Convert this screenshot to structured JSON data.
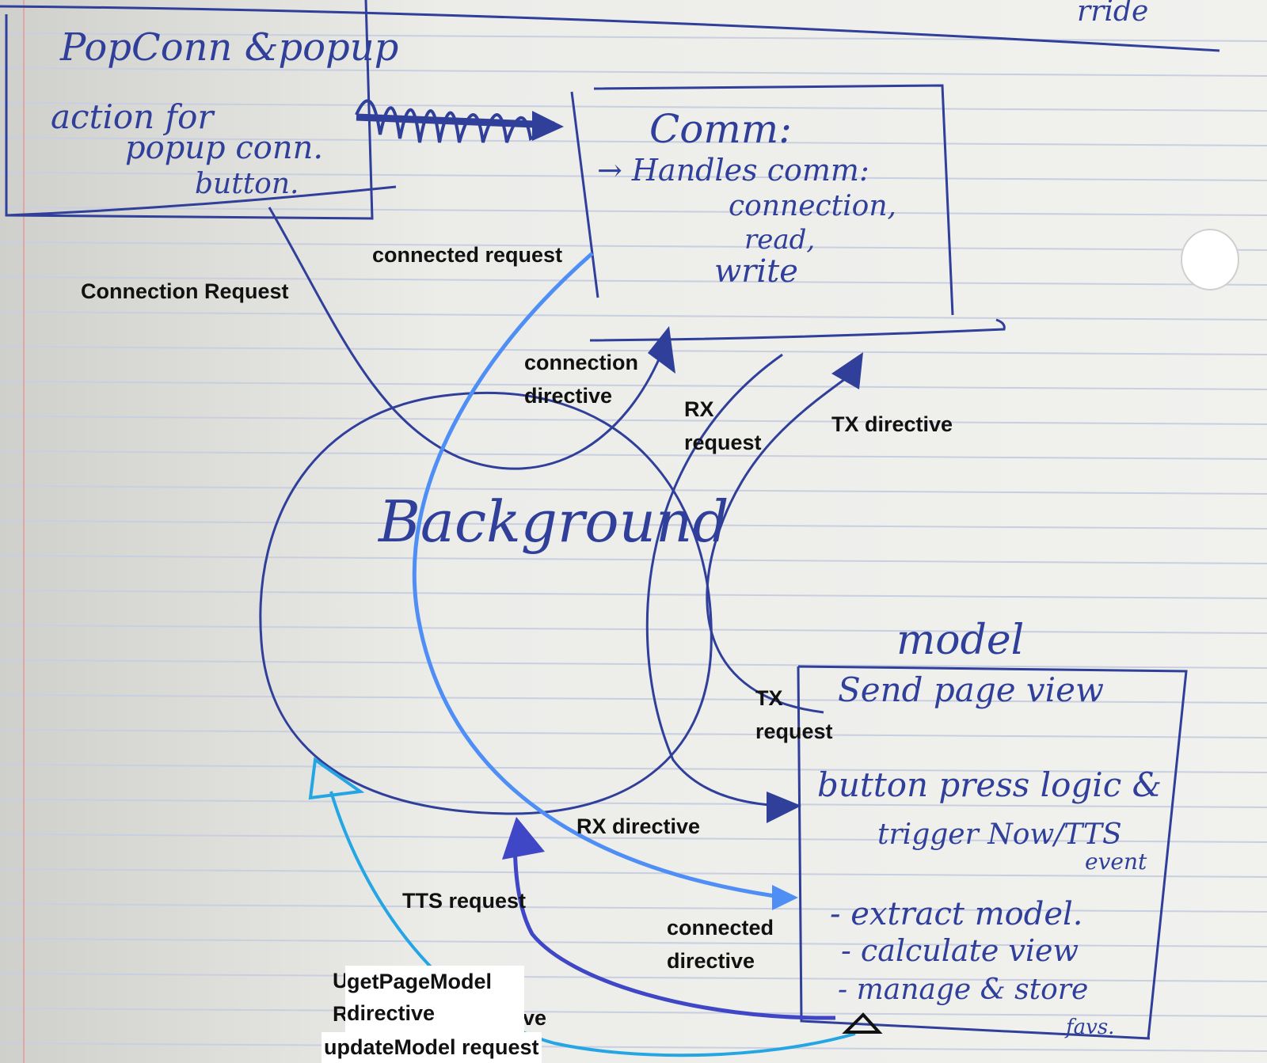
{
  "colors": {
    "paper": "#ecece9",
    "ink": "#2f3f9a",
    "rule": "#c9cfe0",
    "margin_rule": "#e3a6a6",
    "arrow_blue": "#4f8ff5",
    "arrow_indigo": "#3f47c7",
    "arrow_cyan": "#23a6e3",
    "label": "#111111"
  },
  "handwriting": {
    "top_right_fragment": "rride",
    "popconn_title": "PopConn &popup",
    "popconn_line1": "action for",
    "popconn_line2": "popup conn.",
    "popconn_line3": "button.",
    "comm_title": "Comm:",
    "comm_line1": "→ Handles comm:",
    "comm_line2": "connection,",
    "comm_line3": "read,",
    "comm_line4": "write",
    "background_title": "Background",
    "model_title": "model",
    "model_line1": "Send page view",
    "model_line2": "button press logic &",
    "model_line3": "trigger Now/TTS",
    "model_line4": "event",
    "model_line5": "- extract model.",
    "model_line6": "- calculate view",
    "model_line7": "- manage & store",
    "model_line8": "favs."
  },
  "labels": {
    "connected_request": "connected request",
    "connection_request": "Connection Request",
    "connection_directive_1": "connection",
    "connection_directive_2": "directive",
    "rx_request_1": "RX",
    "rx_request_2": "request",
    "tx_directive": "TX directive",
    "tx_request_1": "TX",
    "tx_request_2": "request",
    "rx_directive": "RX directive",
    "tts_request": "TTS request",
    "connected_directive_1": "connected",
    "connected_directive_2": "directive",
    "hidden_u": "U",
    "hidden_r": "R",
    "hidden_ve": "ve",
    "getpagemodel_1": "getPageModel",
    "getpagemodel_2": "directive",
    "updatemodel_request": "updateModel request"
  }
}
